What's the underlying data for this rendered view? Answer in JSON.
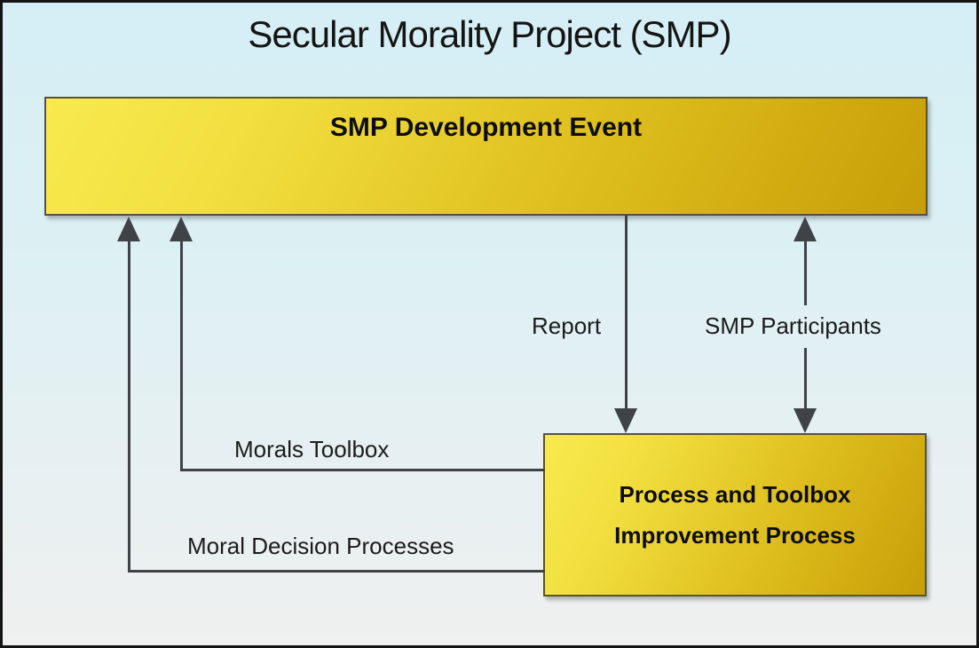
{
  "diagram": {
    "title": "Secular Morality Project (SMP)",
    "nodes": {
      "development_event": {
        "label": "SMP Development Event"
      },
      "improvement_process": {
        "label_line1": "Process and Toolbox",
        "label_line2": "Improvement Process"
      }
    },
    "connectors": {
      "report": {
        "label": "Report",
        "from": "SMP Development Event",
        "to": "Process and Toolbox Improvement Process",
        "direction": "down"
      },
      "smp_participants": {
        "label": "SMP Participants",
        "between": [
          "SMP Development Event",
          "Process and Toolbox Improvement Process"
        ],
        "direction": "both"
      },
      "morals_toolbox": {
        "label": "Morals Toolbox",
        "from": "Process and Toolbox Improvement Process",
        "to": "SMP Development Event",
        "direction": "up"
      },
      "moral_decision_processes": {
        "label": "Moral Decision Processes",
        "from": "Process and Toolbox Improvement Process",
        "to": "SMP Development Event",
        "direction": "up"
      }
    },
    "colors": {
      "background_top": "#d5eef5",
      "background_bottom": "#eff0ef",
      "node_gradient_light": "#f8e94f",
      "node_gradient_dark": "#c79e07",
      "node_border": "#55543a",
      "connector": "#3f4347",
      "text": "#1b1b1b",
      "outer_border": "#141414"
    }
  }
}
